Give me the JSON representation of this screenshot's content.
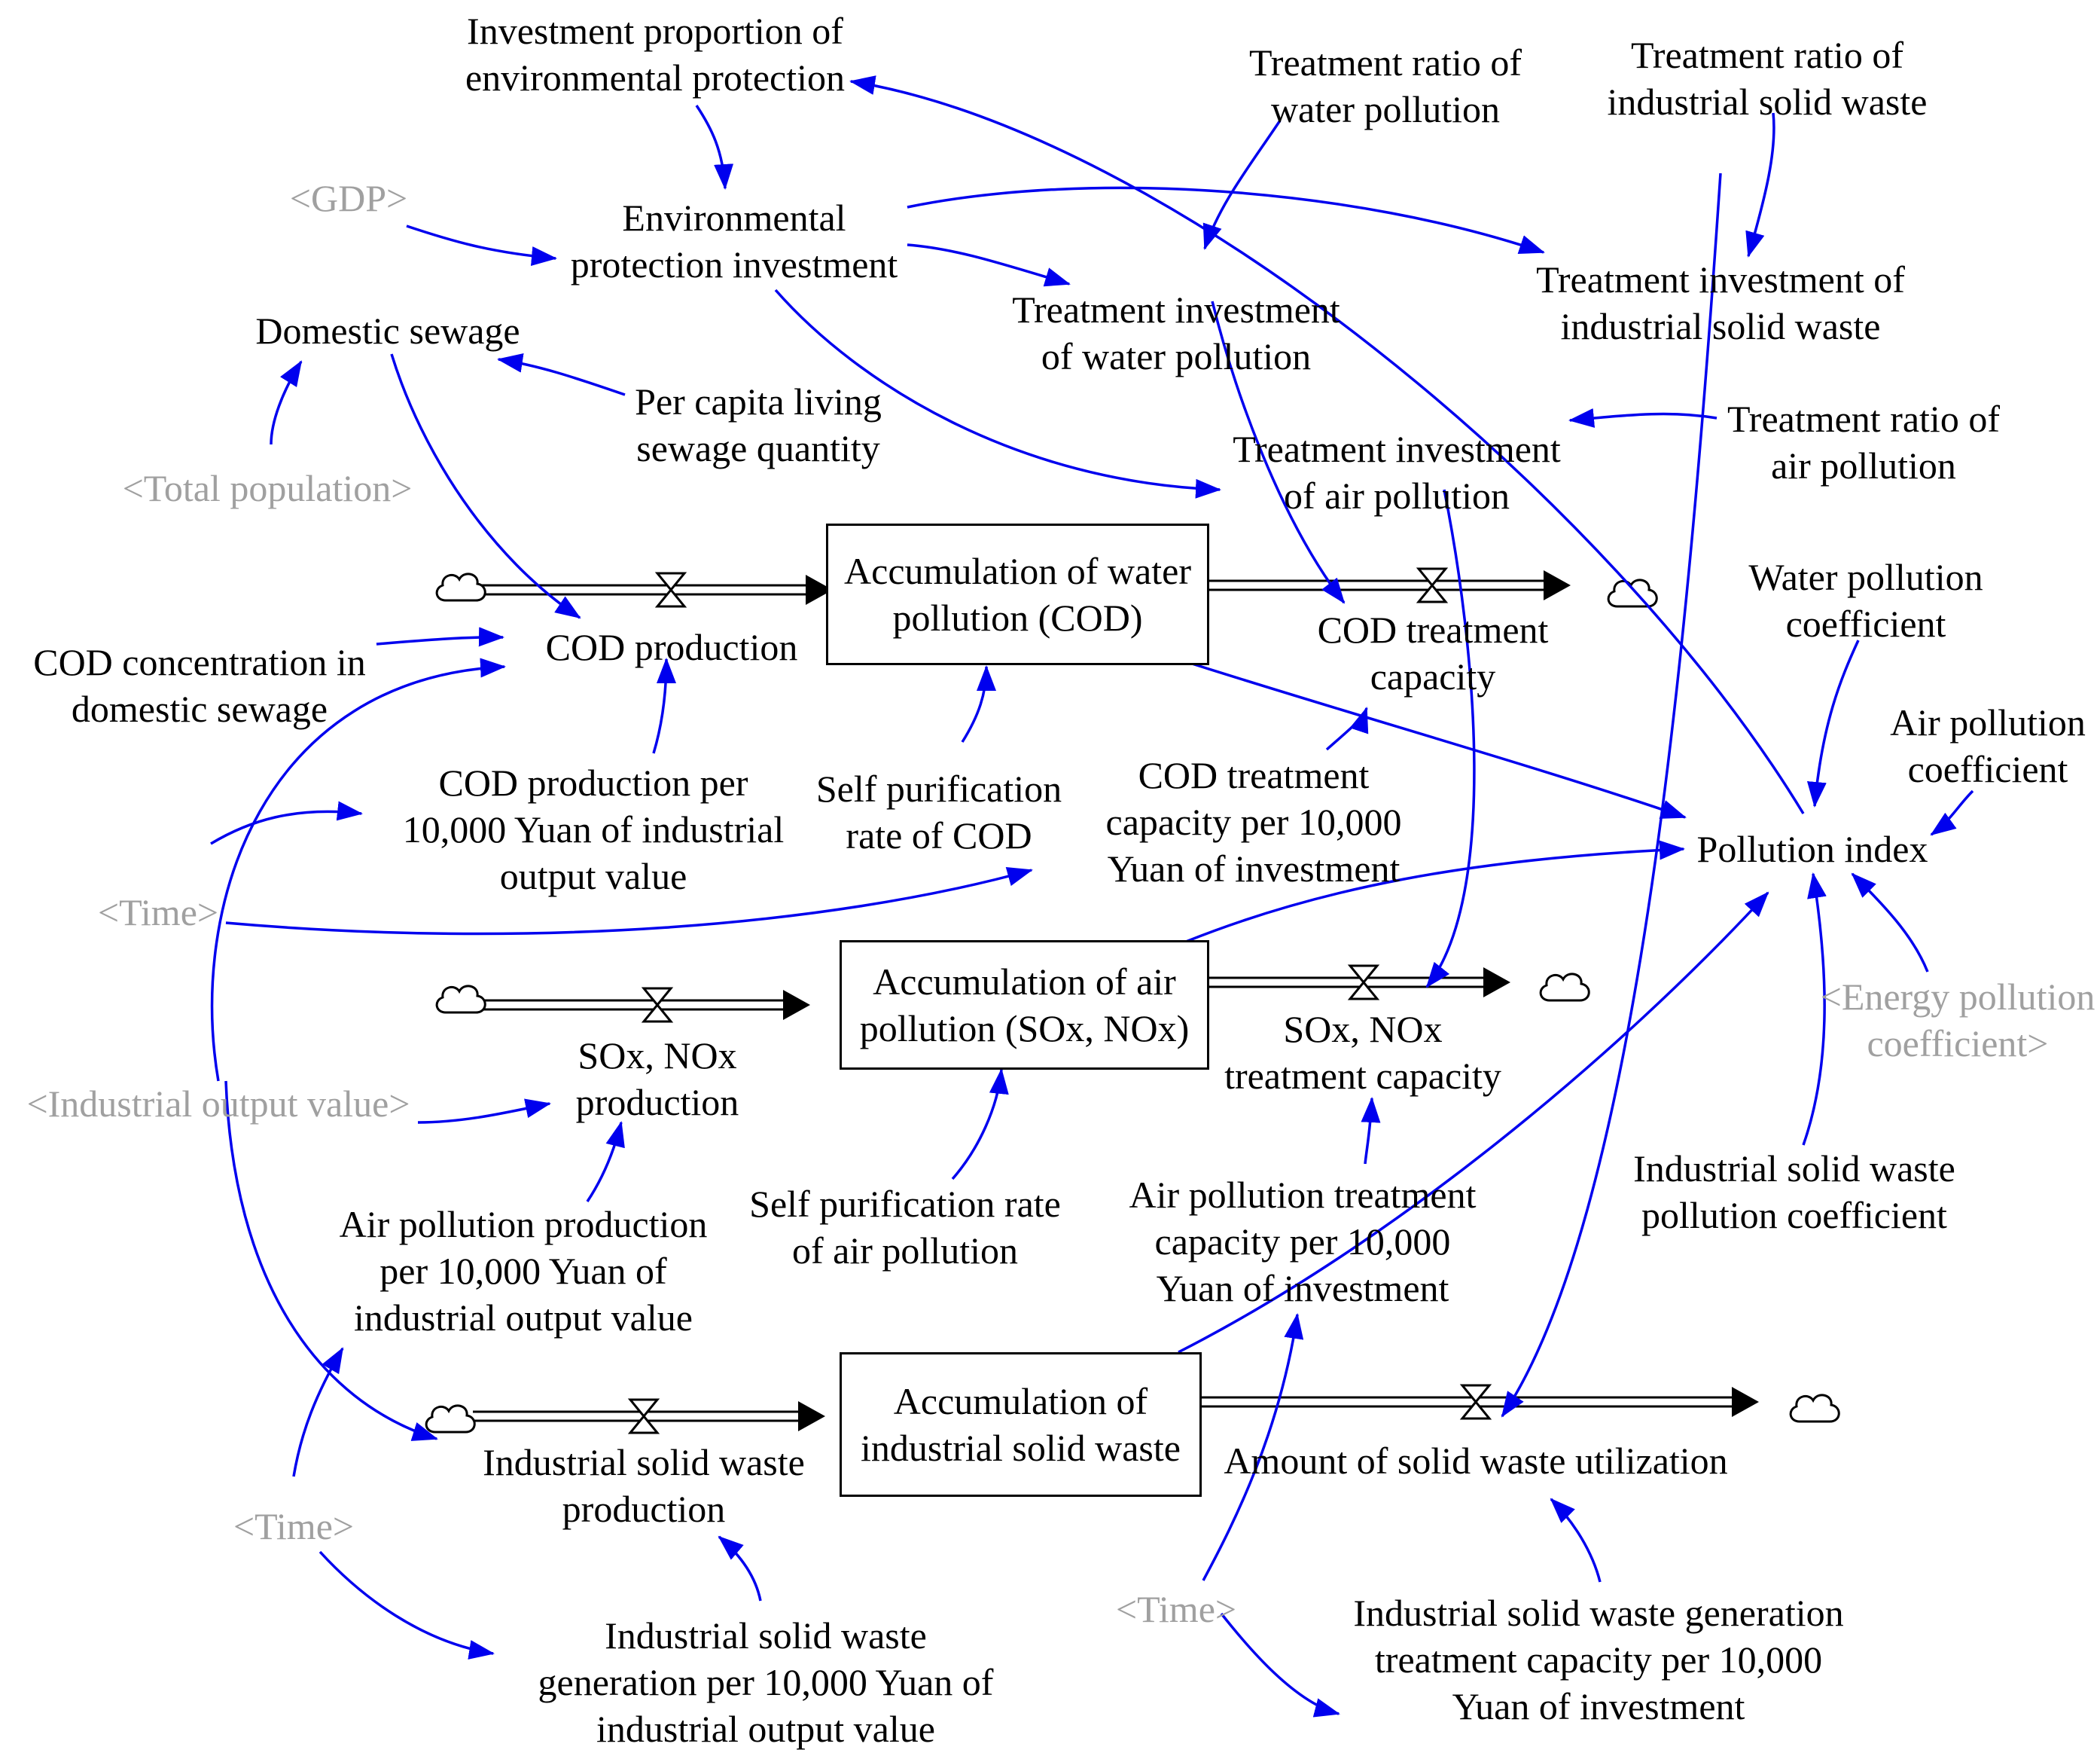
{
  "stocks": {
    "water": "Accumulation of water\npollution (COD)",
    "air": "Accumulation of air\npollution (SOx, NOx)",
    "solid": "Accumulation of\nindustrial solid waste"
  },
  "variables": {
    "investment_proportion": "Investment proportion of\nenvironmental protection",
    "env_investment": "Environmental\nprotection investment",
    "gdp": "<GDP>",
    "treatment_ratio_water": "Treatment ratio of\nwater pollution",
    "treatment_ratio_solid": "Treatment ratio of\nindustrial solid waste",
    "treatment_investment_water": "Treatment investment\nof water pollution",
    "treatment_investment_solid": "Treatment investment of\nindustrial solid waste",
    "domestic_sewage": "Domestic sewage",
    "per_capita_sewage": "Per capita living\nsewage quantity",
    "total_population": "<Total population>",
    "treatment_investment_air": "Treatment investment\nof air pollution",
    "treatment_ratio_air": "Treatment ratio of\nair pollution",
    "water_pollution_coefficient": "Water pollution\ncoefficient",
    "cod_production": "COD production",
    "cod_treatment_capacity": "COD treatment\ncapacity",
    "cod_concentration": "COD concentration in\ndomestic sewage",
    "air_pollution_coefficient": "Air pollution\ncoefficient",
    "cod_production_per": "COD production per\n10,000 Yuan of industrial\noutput value",
    "self_purification_cod": "Self purification\nrate of COD",
    "cod_treatment_per": "COD treatment\ncapacity per 10,000\nYuan of investment",
    "pollution_index": "Pollution index",
    "time_1": "<Time>",
    "sox_production": "SOx, NOx\nproduction",
    "sox_treatment_capacity": "SOx, NOx\ntreatment capacity",
    "energy_pollution_coefficient": "<Energy pollution\ncoefficient>",
    "industrial_output_value": "<Industrial output value>",
    "air_pollution_production_per": "Air pollution production\nper 10,000 Yuan of\nindustrial output value",
    "self_purification_air": "Self purification rate\nof air pollution",
    "air_treatment_per": "Air pollution treatment\ncapacity per 10,000\nYuan of investment",
    "solid_waste_pollution_coefficient": "Industrial solid waste\npollution coefficient",
    "solid_waste_production": "Industrial solid waste\nproduction",
    "solid_waste_utilization": "Amount of solid waste utilization",
    "time_2": "<Time>",
    "time_3": "<Time>",
    "solid_waste_generation_per": "Industrial solid waste\ngeneration per 10,000 Yuan of\nindustrial output value",
    "solid_waste_treatment_per": "Industrial solid waste generation\ntreatment capacity per 10,000\nYuan of investment"
  },
  "colors": {
    "arrow": "#0000ee",
    "shadow_variable": "#a0a0a0",
    "text": "#000000"
  },
  "icons": [
    "cloud-source-icon",
    "cloud-sink-icon",
    "valve-icon"
  ]
}
